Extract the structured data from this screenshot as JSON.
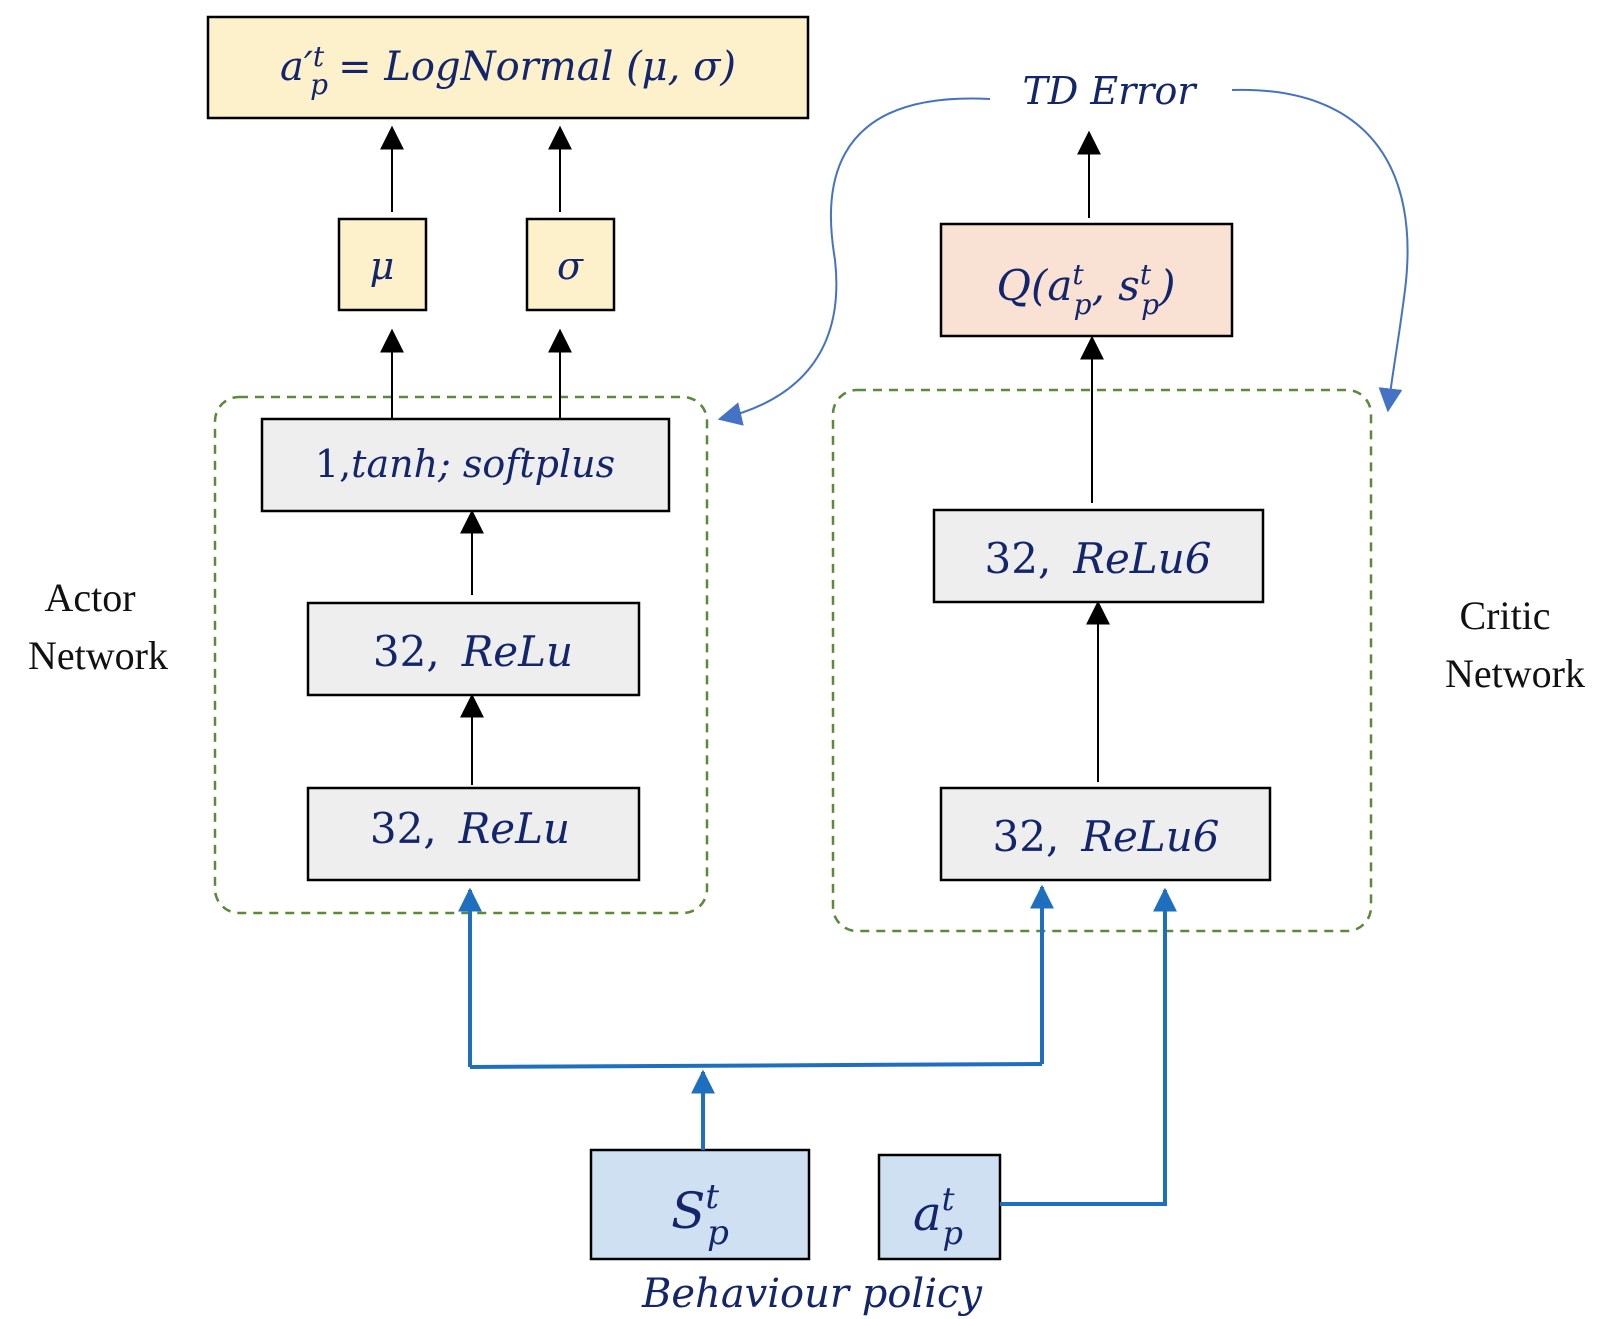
{
  "colors": {
    "gray_box": "#eeeeee",
    "yellow_box": "#fdf1cc",
    "peach_box": "#f9e1d3",
    "blue_box": "#cfe0f2",
    "dashed_border": "#5b8a3a",
    "blue_arrow": "#1f6fc1",
    "td_curve": "#4472c4",
    "text": "#13256b"
  },
  "actor": {
    "output": {
      "lhs": "a′",
      "sup": "t",
      "sub": "p",
      "rhs": "= LogNormal (μ, σ)"
    },
    "mu": "μ",
    "sigma": "σ",
    "layer3": {
      "num": "1,",
      "name": "tanh; softplus"
    },
    "layer2": {
      "num": "32,",
      "name": "ReLu"
    },
    "layer1": {
      "num": "32,",
      "name": "ReLu"
    },
    "label_line1": "Actor",
    "label_line2": "Network"
  },
  "critic": {
    "q": {
      "prefix": "Q(a",
      "sup1": "t",
      "sub1": "p",
      "mid": ", s",
      "sup2": "t",
      "sub2": "p",
      "suffix": ")"
    },
    "layer2": {
      "num": "32,",
      "name": "ReLu6"
    },
    "layer1": {
      "num": "32,",
      "name": "ReLu6"
    },
    "label_line1": "Critic",
    "label_line2": "Network",
    "td_error": "TD Error"
  },
  "inputs": {
    "state": {
      "base": "S",
      "sup": "t",
      "sub": "p"
    },
    "action": {
      "base": "a",
      "sup": "t",
      "sub": "p"
    },
    "caption": "Behaviour policy"
  }
}
